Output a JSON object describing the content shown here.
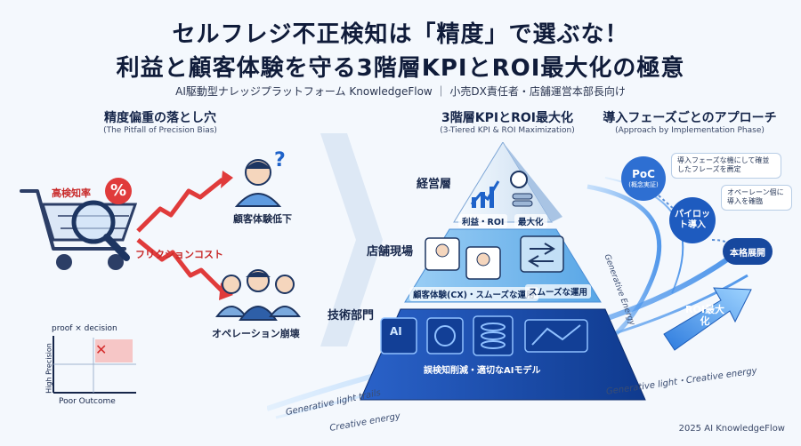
{
  "header": {
    "title_line1": "セルフレジ不正検知は「精度」で選ぶな！",
    "title_line2": "利益と顧客体験を守る3階層KPIとROI最大化の極意",
    "subtitle": "AI駆動型ナレッジプラットフォーム KnowledgeFlow ｜ 小売DX責任者・店舗運営本部長向け"
  },
  "left": {
    "title": "精度偏重の落とし穴",
    "subtitle": "(The Pitfall of Precision Bias)",
    "high_detection": "高検知率",
    "percent_sign": "%",
    "friction_cost": "フリクションコスト",
    "cx_decline": "顧客体験低下",
    "question_mark": "?",
    "ops_collapse": "オペレーション崩壊",
    "matrix_title": "proof × decision",
    "matrix_y": "High Precision",
    "matrix_x": "Poor Outcome",
    "matrix_mark": "✕"
  },
  "center": {
    "title": "3階層KPIとROI最大化",
    "subtitle": "(3-Tiered KPI & ROI Maximization)",
    "tier_exec": "経営層",
    "tier_store": "店舗現場",
    "tier_tech": "技術部門",
    "band_top_left": "利益・ROI",
    "band_top_right": "最大化",
    "band_mid_left": "顧客体験(CX)・スムーズな運用",
    "band_mid_right": "スムーズな運用",
    "band_bottom": "誤検知削減・適切なAIモデル",
    "ai_label": "AI",
    "flow_left1": "Generative light trails",
    "flow_left2": "Creative energy",
    "flow_right": "Generative light・Creative energy",
    "flow_curve": "Generative Energy"
  },
  "right": {
    "title": "導入フェーズごとのアプローチ",
    "subtitle": "(Approach by Implementation Phase)",
    "poc_label": "PoC",
    "poc_sub": "(概念実証)",
    "pilot_label": "パイロット導入",
    "rollout_label": "本格展開",
    "note1": "導入フェーズな機にして確並したフレーズを薦定",
    "note2": "オペーレーン個に導入を確臨",
    "roi_label": "ROI最大化"
  },
  "footer": {
    "copyright": "2025 AI KnowledgeFlow"
  },
  "colors": {
    "navy": "#101c3a",
    "blue": "#1e62c9",
    "red": "#e03b3b",
    "light_blue": "#cde4fb"
  }
}
